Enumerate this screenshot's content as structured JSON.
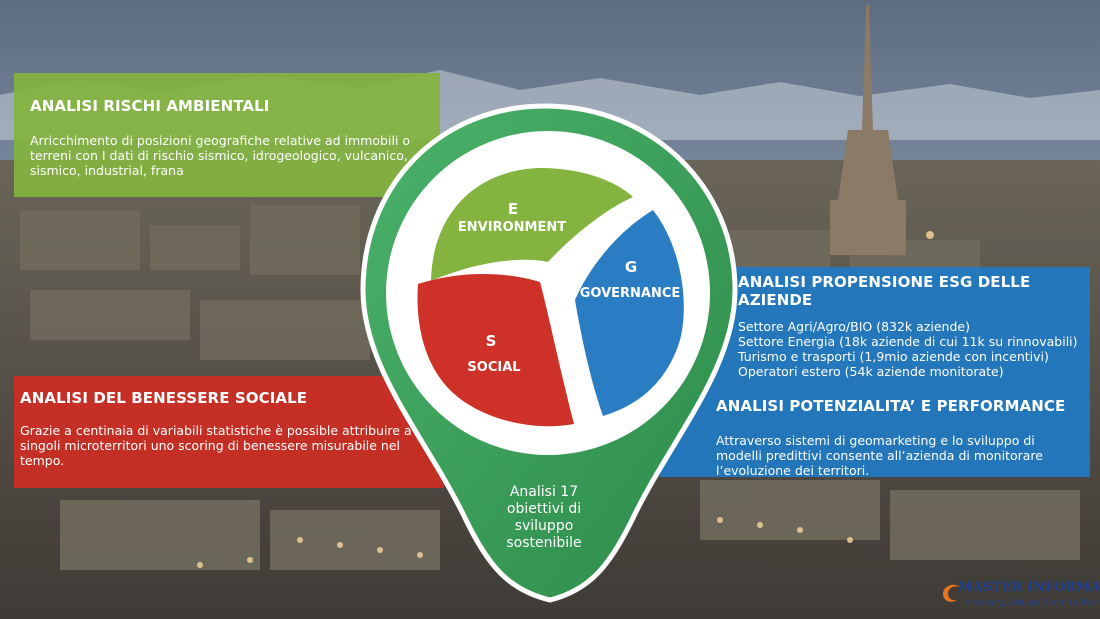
{
  "green_panel": {
    "title": "ANALISI RISCHI AMBIENTALI",
    "text": "Arricchimento di posizioni  geografiche relative ad immobili o terreni con I dati di rischio sismico, idrogeologico, vulcanico, sismico, industrial, frana"
  },
  "red_panel": {
    "title": "ANALISI DEL BENESSERE SOCIALE",
    "text": "Grazie a centinaia di variabili statistiche è possible attribuire a singoli microterritori uno scoring di benessere misurabile nel tempo."
  },
  "blue_panel": {
    "title1": "ANALISI PROPENSIONE ESG DELLE AZIENDE",
    "lines": [
      "Settore Agri/Agro/BIO (832k aziende)",
      "Settore Energia (18k aziende di cui 11k su rinnovabili)",
      "Turismo e trasporti (1,9mio aziende con incentivi)",
      "Operatori estero (54k aziende monitorate)"
    ],
    "title2": "ANALISI POTENZIALITA’ E PERFORMANCE",
    "text2": "Attraverso sistemi di geomarketing e lo sviluppo di modelli predittivi consente all’azienda di monitorare l’evoluzione dei territori."
  },
  "pin": {
    "text": "Analisi 17 obiettivi di sviluppo sostenibile",
    "segments": {
      "e_letter": "E",
      "e_word": "ENVIRONMENT",
      "g_letter": "G",
      "g_word": "GOVERNANCE",
      "s_letter": "S",
      "s_word": "SOCIAL"
    }
  },
  "logo": {
    "brand": "MASTER INFORMATION",
    "tagline": "Marketing, Sviluppo Territori e Rischio"
  },
  "colors": {
    "green": "#84b43f",
    "red": "#cd2d24",
    "blue": "#207ac4",
    "pin_green": "#3a9a55"
  }
}
